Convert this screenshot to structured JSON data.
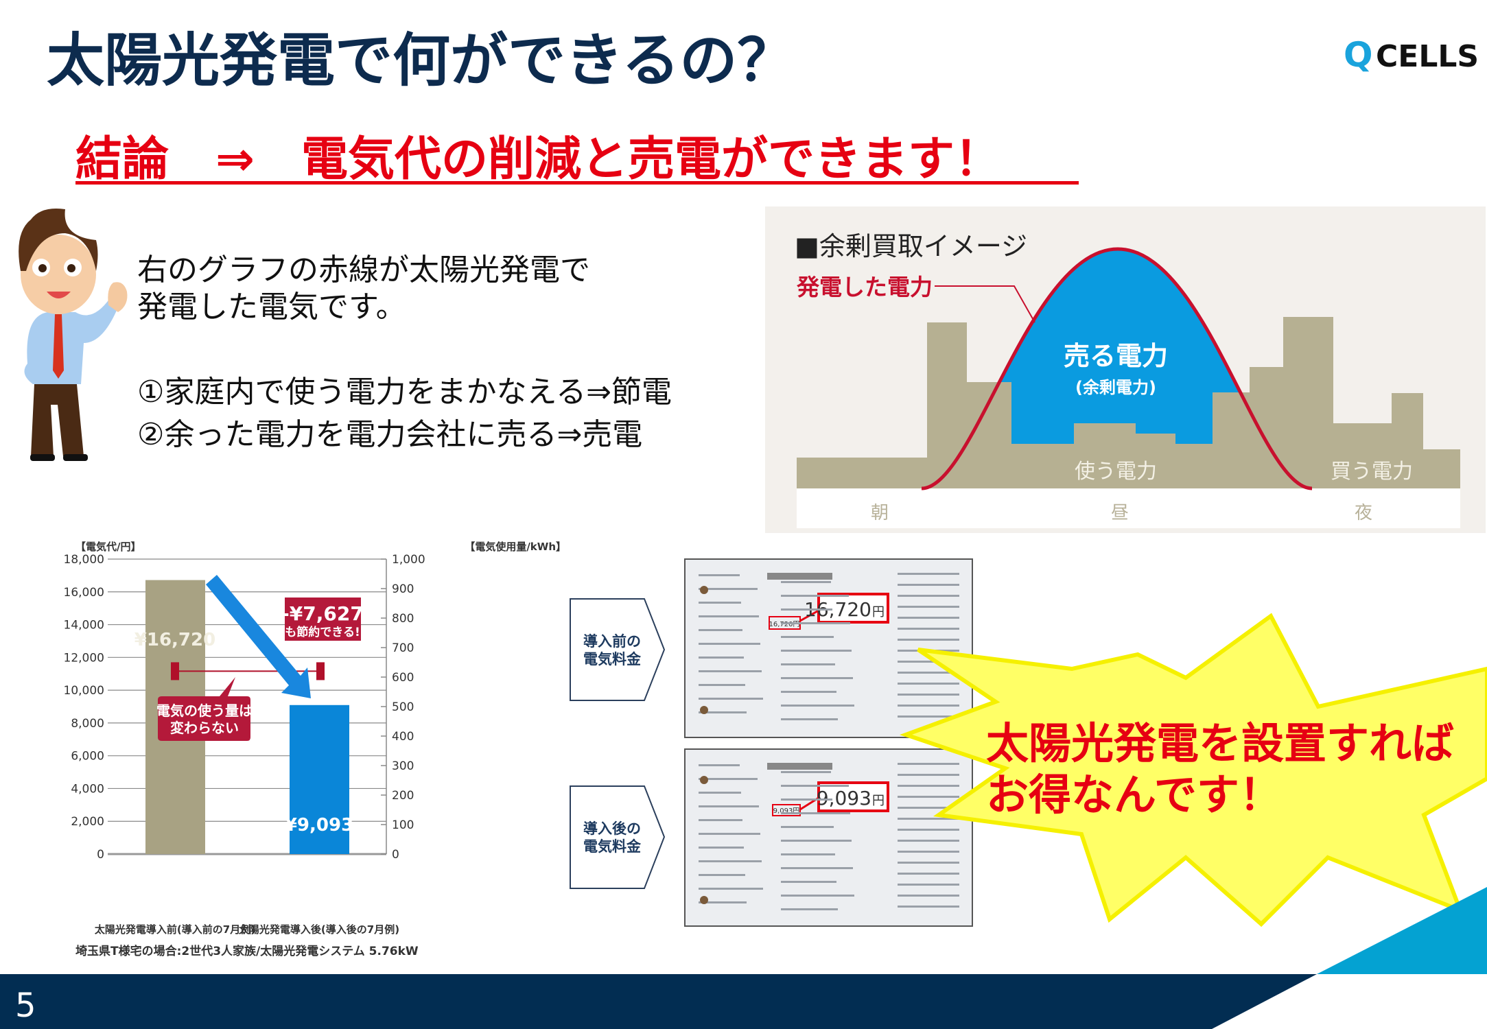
{
  "slide": {
    "title": "太陽光発電で何ができるの？",
    "conclusion": "結論　⇒　電気代の削減と売電ができます！",
    "logo": {
      "q": "Q",
      "cells": "CELLS"
    },
    "page_number": "5",
    "explanation": [
      "右のグラフの赤線が太陽光発電で",
      "発電した電気です。",
      "①家庭内で使う電力をまかなえる⇒節電",
      "②余った電力を電力会社に売る⇒売電"
    ],
    "callout": [
      "太陽光発電を設置すれば",
      "お得なんです！"
    ]
  },
  "surplus_chart": {
    "title": "■余剰買取イメージ",
    "generated_label": "発電した電力",
    "sell_label": "売る電力",
    "sell_sub_label": "(余剰電力)",
    "use_label": "使う電力",
    "buy_label": "買う電力",
    "time_labels": [
      "朝",
      "昼",
      "夜"
    ]
  },
  "bills": [
    {
      "arrow_label": [
        "導入前の",
        "電気料金"
      ],
      "amount": "16,720",
      "yen": "円",
      "small_amount": "16,720円"
    },
    {
      "arrow_label": [
        "導入後の",
        "電気料金"
      ],
      "amount": "9,093",
      "yen": "円",
      "small_amount": "9,093円"
    }
  ],
  "colors": {
    "navy": "#022d52",
    "accent_blue": "#04a2d2",
    "red": "#e60012",
    "tan": "#a8a283",
    "bar_blue": "#0a86d8",
    "burst": "#ffff5a"
  },
  "chart_data": {
    "type": "bar",
    "left_axis_label": "【電気代/円】",
    "right_axis_label": "【電気使用量/kWh】",
    "categories": [
      "太陽光発電導入前(導入前の7月例)",
      "太陽光発電導入後(導入後の7月例)"
    ],
    "values": [
      16720,
      9093
    ],
    "value_labels": [
      "¥16,720",
      "¥9,093"
    ],
    "bar_colors": [
      "#a8a283",
      "#0a86d8"
    ],
    "ylim": [
      0,
      18000
    ],
    "yticks": [
      "0",
      "2,000",
      "4,000",
      "6,000",
      "8,000",
      "10,000",
      "12,000",
      "14,000",
      "16,000",
      "18,000"
    ],
    "y2lim": [
      0,
      1000
    ],
    "y2ticks": [
      "0",
      "100",
      "200",
      "300",
      "400",
      "500",
      "600",
      "700",
      "800",
      "900",
      "1,000"
    ],
    "usage_kwh": [
      620,
      620
    ],
    "usage_note": [
      "電気の使う量は",
      "変わらない"
    ],
    "saving_label": "-¥7,627",
    "saving_sub": "も節約できる!",
    "footnote": "埼玉県T様宅の場合:2世代3人家族/太陽光発電システム 5.76kW",
    "grid": true
  }
}
